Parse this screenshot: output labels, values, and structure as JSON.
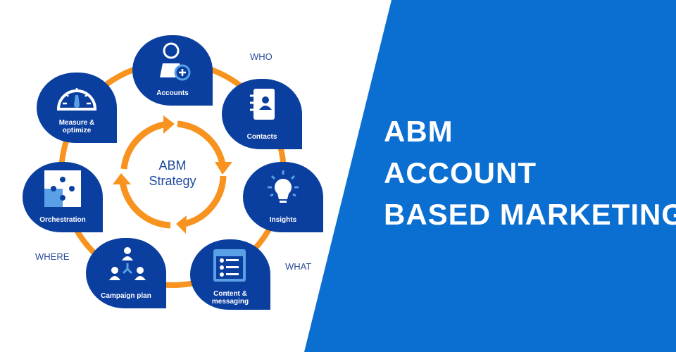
{
  "headline": {
    "line1": "ABM",
    "line2": "ACCOUNT",
    "line3": "BASED MARKETING"
  },
  "center": {
    "line1": "ABM",
    "line2": "Strategy"
  },
  "side_labels": {
    "who": "WHO",
    "what": "WHAT",
    "where": "WHERE"
  },
  "steps": [
    {
      "label": "Accounts",
      "icon": "user-add-icon"
    },
    {
      "label": "Contacts",
      "icon": "address-book-icon"
    },
    {
      "label": "Insights",
      "icon": "lightbulb-icon"
    },
    {
      "label": "Content & messaging",
      "icon": "list-icon"
    },
    {
      "label": "Campaign plan",
      "icon": "team-icon"
    },
    {
      "label": "Orchestration",
      "icon": "puzzle-icon"
    },
    {
      "label": "Measure & optimize",
      "icon": "gauge-icon"
    }
  ],
  "colors": {
    "panel": "#0a6fd0",
    "bubble": "#0b3f9f",
    "ring": "#f7931e"
  }
}
